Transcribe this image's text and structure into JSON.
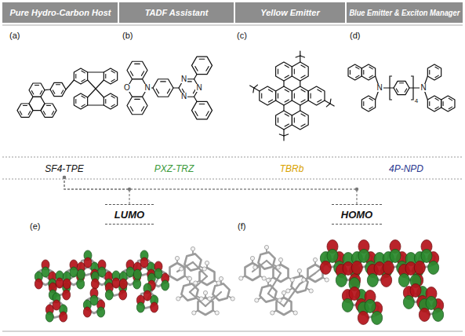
{
  "diagram": {
    "nodes": [
      {
        "text": [
          "Pure Hydro-Carbon Host"
        ]
      },
      {
        "text": [
          "TADF Assistant"
        ]
      },
      {
        "text": [
          "Yellow Emitter"
        ]
      },
      {
        "text": [
          "Blue Emitter & Exciton Manager"
        ]
      },
      {
        "text": [
          "SF4-TPE"
        ]
      },
      {
        "text": [
          "PXZ-TRZ"
        ]
      },
      {
        "text": [
          "TBRb"
        ]
      },
      {
        "text": [
          "4P-NPD"
        ]
      },
      {
        "text": [
          "LUMO"
        ]
      },
      {
        "text": [
          "HOMO"
        ]
      }
    ],
    "edges": [
      {
        "from": 4,
        "to": 8,
        "arrow": "none"
      },
      {
        "from": 4,
        "to": 9,
        "arrow": "none"
      }
    ],
    "labels": [
      "(a)",
      "(b)",
      "O",
      "N",
      "N",
      "N",
      "N",
      "(c)",
      "(d)",
      "N",
      "N",
      "4",
      "(e)",
      "(f)"
    ]
  }
}
